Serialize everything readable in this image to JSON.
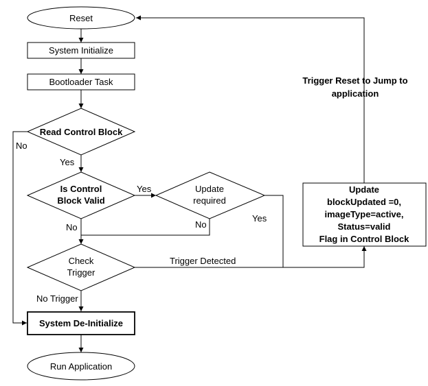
{
  "nodes": {
    "reset": "Reset",
    "system_initialize": "System Initialize",
    "bootloader_task": "Bootloader Task",
    "read_control_block": "Read Control Block",
    "is_control_block_valid": [
      "Is Control",
      "Block Valid"
    ],
    "update_required": [
      "Update",
      "required"
    ],
    "check_trigger": [
      "Check",
      "Trigger"
    ],
    "system_deinitialize": "System De-Initialize",
    "run_application": "Run Application",
    "update_block": [
      "Update",
      "blockUpdated =0,",
      "imageType=active,",
      "Status=valid",
      "Flag in Control Block"
    ],
    "trigger_reset_note": [
      "Trigger Reset to Jump to",
      "application"
    ]
  },
  "edge_labels": {
    "read_no": "No",
    "read_yes": "Yes",
    "valid_yes": "Yes",
    "valid_no": "No",
    "update_no": "No",
    "update_yes": "Yes",
    "trigger_detected": "Trigger Detected",
    "no_trigger": "No Trigger"
  }
}
